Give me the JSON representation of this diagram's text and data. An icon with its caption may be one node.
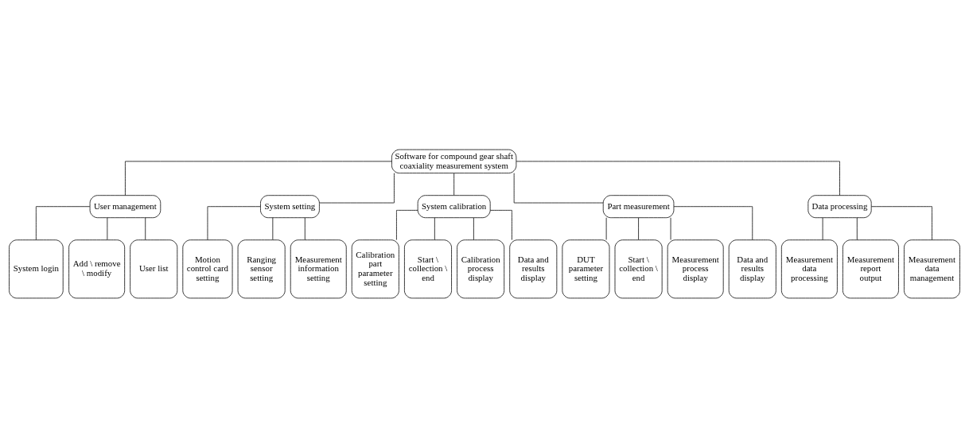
{
  "diagram": {
    "nodes": [
      {
        "text": [
          "Software for compound gear shaft coaxiality measurement system"
        ]
      },
      {
        "text": [
          "User management"
        ]
      },
      {
        "text": [
          "System setting"
        ]
      },
      {
        "text": [
          "System calibration"
        ]
      },
      {
        "text": [
          "Part measurement"
        ]
      },
      {
        "text": [
          "Data processing"
        ]
      },
      {
        "text": [
          "System login"
        ]
      },
      {
        "text": [
          "Add \\ remove \\ modify"
        ]
      },
      {
        "text": [
          "User list"
        ]
      },
      {
        "text": [
          "Motion control card setting"
        ]
      },
      {
        "text": [
          "Ranging sensor setting"
        ]
      },
      {
        "text": [
          "Measurement information setting"
        ]
      },
      {
        "text": [
          "Calibration part parameter setting"
        ]
      },
      {
        "text": [
          "Start \\ collection \\ end"
        ]
      },
      {
        "text": [
          "Calibration process display"
        ]
      },
      {
        "text": [
          "Data and results display"
        ]
      },
      {
        "text": [
          "DUT parameter setting"
        ]
      },
      {
        "text": [
          "Start \\ collection \\ end"
        ]
      },
      {
        "text": [
          "Measurement process display"
        ]
      },
      {
        "text": [
          "Data and results display"
        ]
      },
      {
        "text": [
          "Measurement data processing"
        ]
      },
      {
        "text": [
          "Measurement report output"
        ]
      },
      {
        "text": [
          "Measurement data management"
        ]
      }
    ],
    "edges": [
      {
        "from": 0,
        "to": 1,
        "arrow": "none"
      },
      {
        "from": 0,
        "to": 2,
        "arrow": "none"
      },
      {
        "from": 0,
        "to": 3,
        "arrow": "none"
      },
      {
        "from": 0,
        "to": 4,
        "arrow": "none"
      },
      {
        "from": 0,
        "to": 5,
        "arrow": "none"
      },
      {
        "from": 1,
        "to": 6,
        "arrow": "none"
      },
      {
        "from": 1,
        "to": 7,
        "arrow": "none"
      },
      {
        "from": 1,
        "to": 8,
        "arrow": "none"
      },
      {
        "from": 2,
        "to": 9,
        "arrow": "none"
      },
      {
        "from": 2,
        "to": 10,
        "arrow": "none"
      },
      {
        "from": 2,
        "to": 11,
        "arrow": "none"
      },
      {
        "from": 3,
        "to": 12,
        "arrow": "none"
      },
      {
        "from": 3,
        "to": 13,
        "arrow": "none"
      },
      {
        "from": 3,
        "to": 14,
        "arrow": "none"
      },
      {
        "from": 3,
        "to": 15,
        "arrow": "none"
      },
      {
        "from": 4,
        "to": 16,
        "arrow": "none"
      },
      {
        "from": 4,
        "to": 17,
        "arrow": "none"
      },
      {
        "from": 4,
        "to": 18,
        "arrow": "none"
      },
      {
        "from": 4,
        "to": 19,
        "arrow": "none"
      },
      {
        "from": 5,
        "to": 20,
        "arrow": "none"
      },
      {
        "from": 5,
        "to": 21,
        "arrow": "none"
      },
      {
        "from": 5,
        "to": 22,
        "arrow": "none"
      }
    ]
  }
}
